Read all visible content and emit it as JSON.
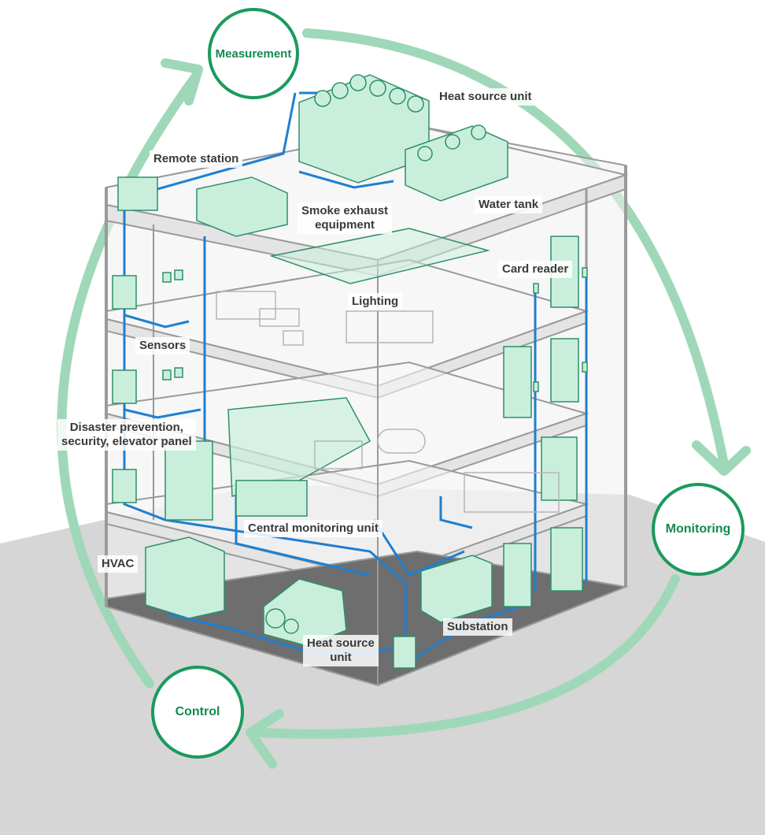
{
  "cycle": {
    "measurement": "Measurement",
    "monitoring": "Monitoring",
    "control": "Control"
  },
  "labels": {
    "heat_source_unit_top": "Heat source unit",
    "remote_station": "Remote station",
    "water_tank": "Water tank",
    "smoke_exhaust": "Smoke exhaust\nequipment",
    "card_reader": "Card reader",
    "lighting": "Lighting",
    "sensors": "Sensors",
    "disaster_panel": "Disaster prevention,\nsecurity, elevator panel",
    "central_monitoring": "Central monitoring unit",
    "hvac": "HVAC",
    "substation": "Substation",
    "heat_source_unit_bottom": "Heat source\nunit"
  },
  "colors": {
    "cycle_ring": "#1a9a5c",
    "cycle_arrow": "#9fd8b8",
    "cable": "#1e7fd1",
    "equipment": "#c9efdc",
    "equipment_edge": "#2f8f6a",
    "ground": "#d6d6d6",
    "building_line": "#9a9a9a"
  }
}
